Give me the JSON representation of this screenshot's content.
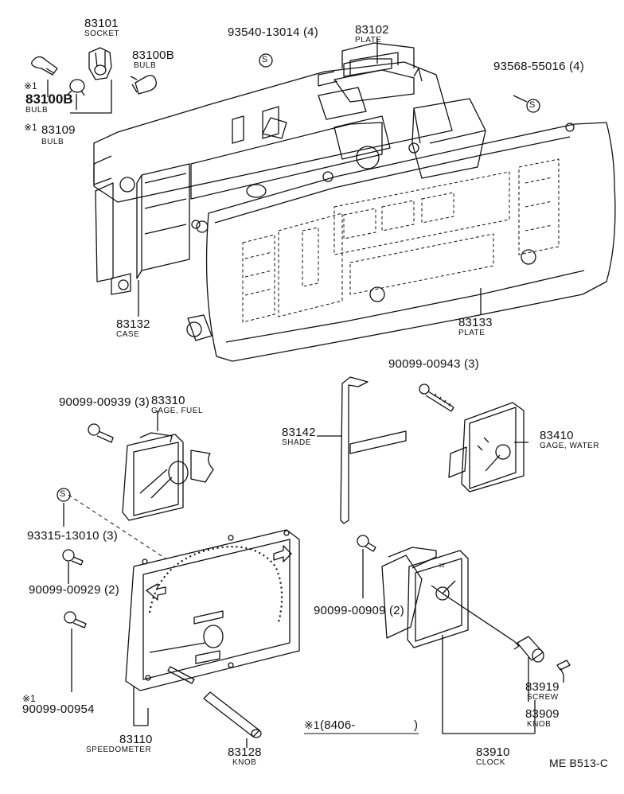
{
  "parts": {
    "p83101": {
      "number": "83101",
      "name": "SOCKET"
    },
    "p83100b_top": {
      "number": "83100B",
      "name": "BULB"
    },
    "p83100b_left": {
      "mark": "※1",
      "number": "83100B",
      "name": "BULB"
    },
    "p83109": {
      "mark": "※1",
      "number": "83109",
      "name": "BULB"
    },
    "p93540": {
      "number": "93540-13014 (4)"
    },
    "p83102": {
      "number": "83102",
      "name": "PLATE"
    },
    "p93568": {
      "number": "93568-55016 (4)"
    },
    "p83132": {
      "number": "83132",
      "name": "CASE"
    },
    "p83133": {
      "number": "83133",
      "name": "PLATE"
    },
    "p90099_00943": {
      "number": "90099-00943 (3)"
    },
    "p90099_00939": {
      "number": "90099-00939 (3)"
    },
    "p83310": {
      "number": "83310",
      "name": "GAGE, FUEL"
    },
    "p83142": {
      "number": "83142",
      "name": "SHADE"
    },
    "p83410": {
      "number": "83410",
      "name": "GAGE, WATER"
    },
    "p93315": {
      "number": "93315-13010 (3)"
    },
    "p90099_00929": {
      "number": "90099-00929 (2)"
    },
    "p90099_00909": {
      "number": "90099-00909 (2)"
    },
    "p90099_00954": {
      "mark": "※1",
      "number": "90099-00954"
    },
    "p83919": {
      "number": "83919",
      "name": "SCREW"
    },
    "p83909": {
      "number": "83909",
      "name": "KNOB"
    },
    "p83110": {
      "number": "83110",
      "name": "SPEEDOMETER"
    },
    "p83128": {
      "number": "83128",
      "name": "KNOB"
    },
    "p83910": {
      "number": "83910",
      "name": "CLOCK"
    }
  },
  "symbols": {
    "s_mark": "S",
    "clock_12": "12"
  },
  "footnote": {
    "mark": "※1",
    "text": "(8406-",
    "close": ")"
  },
  "diagram_code": "ME B513-C"
}
